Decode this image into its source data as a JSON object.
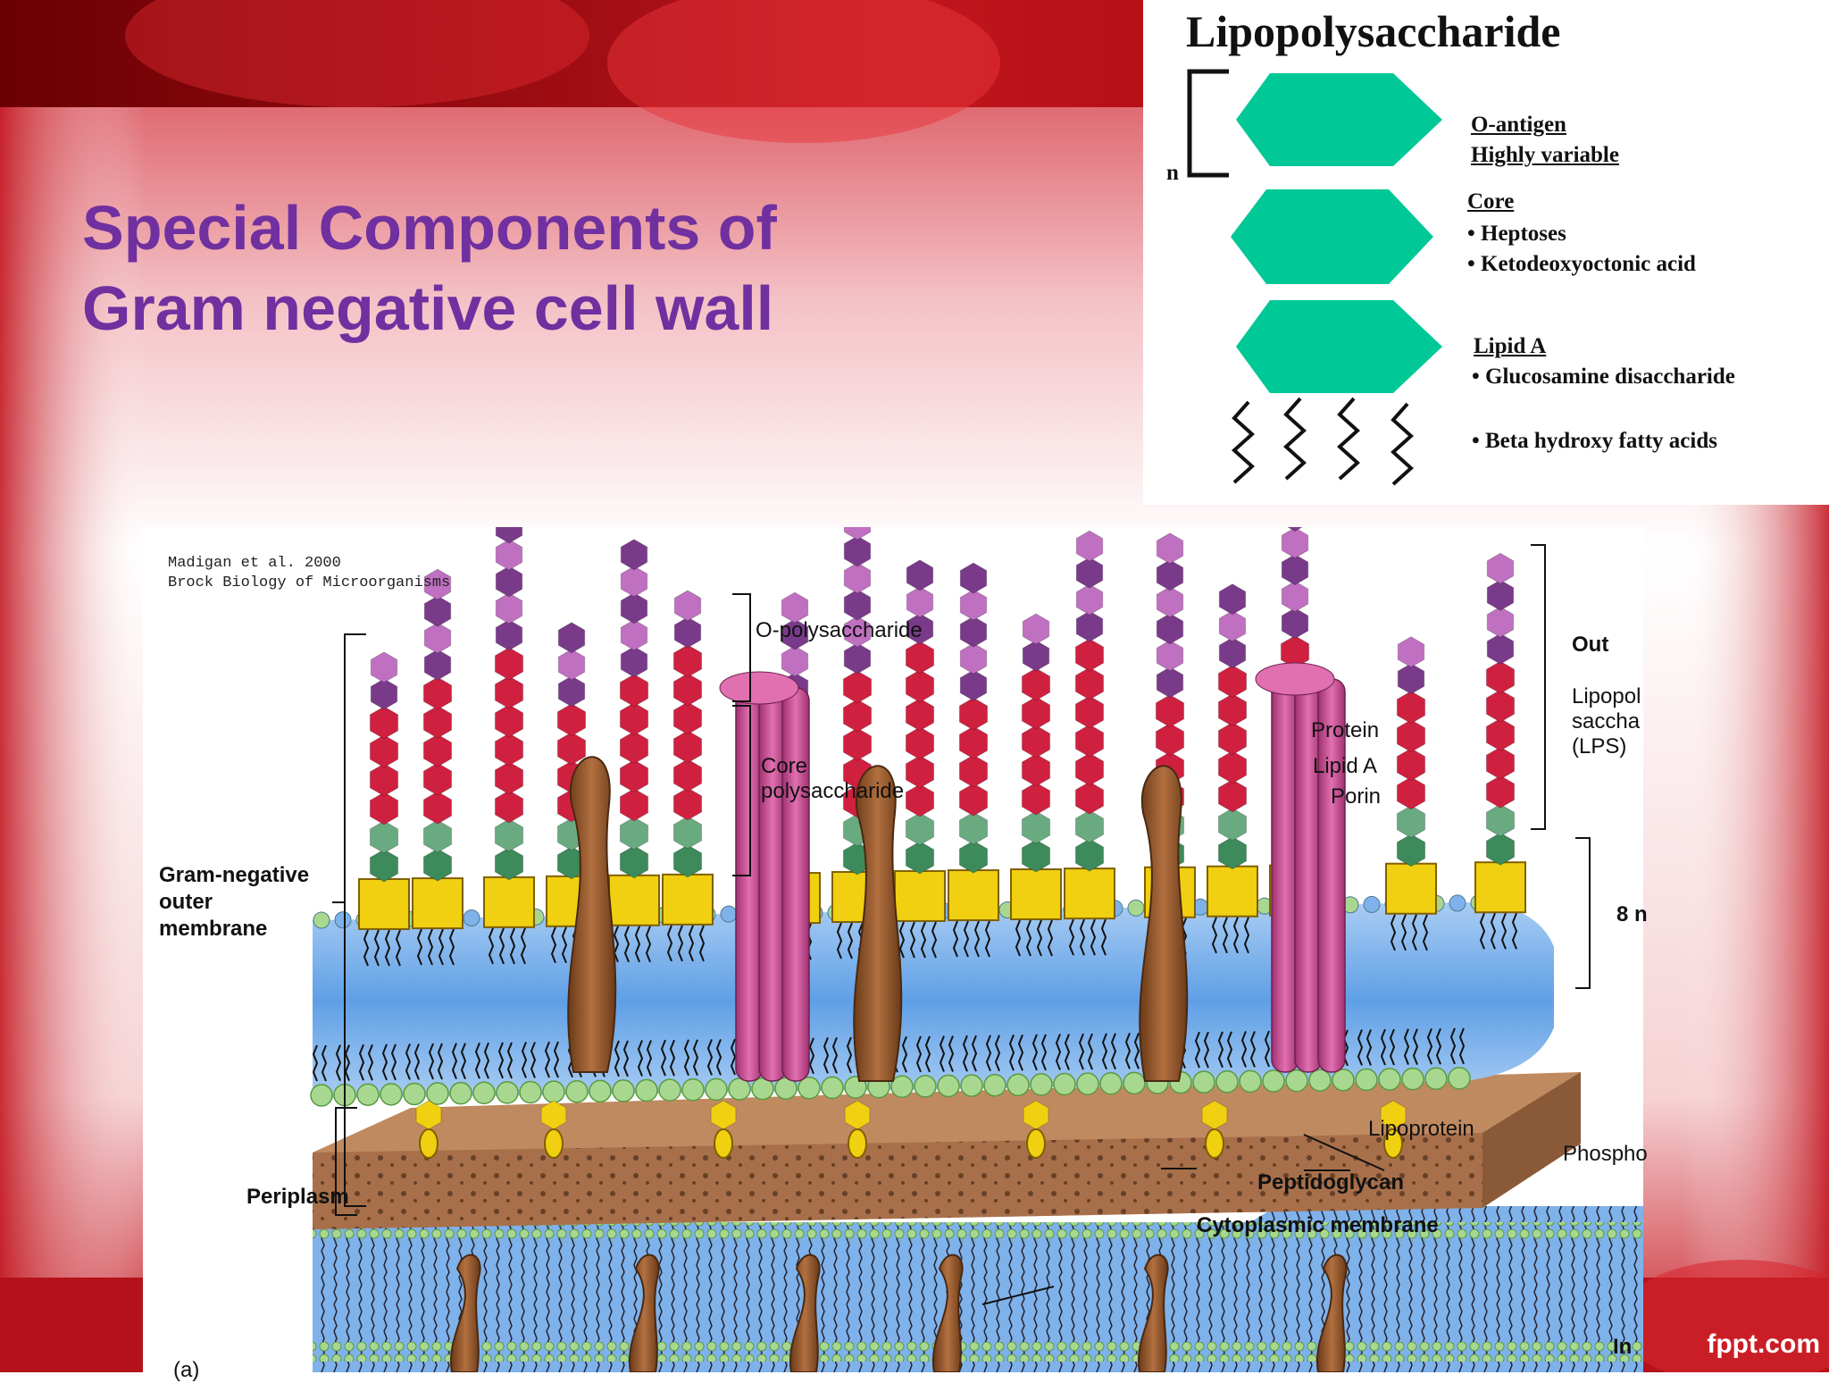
{
  "slide": {
    "title_lines": [
      "Special Components of",
      "Gram negative cell wall"
    ],
    "footer_logo": "fppt.com"
  },
  "lps_panel": {
    "title": "Lipopolysaccharide",
    "repeat_marker": "n",
    "o_antigen": "O-antigen",
    "o_antigen_note": "Highly variable",
    "core": "Core",
    "core_items": [
      "• Heptoses",
      "• Ketodeoxyoctonic acid"
    ],
    "lipid_a": "Lipid A",
    "lipid_a_items": [
      "• Glucosamine disaccharide",
      "• Beta hydroxy fatty acids"
    ],
    "hexagon_color": "#00c896"
  },
  "figure": {
    "credit": "Madigan et al. 2000\nBrock Biology of Microorganisms",
    "labels": {
      "o_polysaccharide": "O-polysaccharide",
      "core_polysaccharide_1": "Core",
      "core_polysaccharide_2": "polysaccharide",
      "protein": "Protein",
      "lipid_a": "Lipid A",
      "porin": "Porin",
      "out": "Out",
      "lps_1": "Lipopol",
      "lps_2": "saccha",
      "lps_3": "(LPS)",
      "size": "8 n",
      "outer_membrane_1": "Gram-negative",
      "outer_membrane_2": "outer",
      "outer_membrane_3": "membrane",
      "periplasm": "Periplasm",
      "lipoprotein": "Lipoprotein",
      "peptidoglycan": "Peptidoglycan",
      "cytoplasmic_membrane": "Cytoplasmic membrane",
      "phospho": "Phospho",
      "in": "In",
      "panel_letter": "(a)"
    },
    "colors": {
      "o_chain": "#c070c0",
      "o_chain_dark": "#7a3a8a",
      "core_chain": "#d02040",
      "core_base": "#3d8a5a",
      "lipid_block": "#f0d010",
      "membrane_blue": "#7fb2ea",
      "porin": "#d060a0",
      "protein": "#9a5a2a",
      "peptidoglycan": "#a8704a"
    }
  }
}
